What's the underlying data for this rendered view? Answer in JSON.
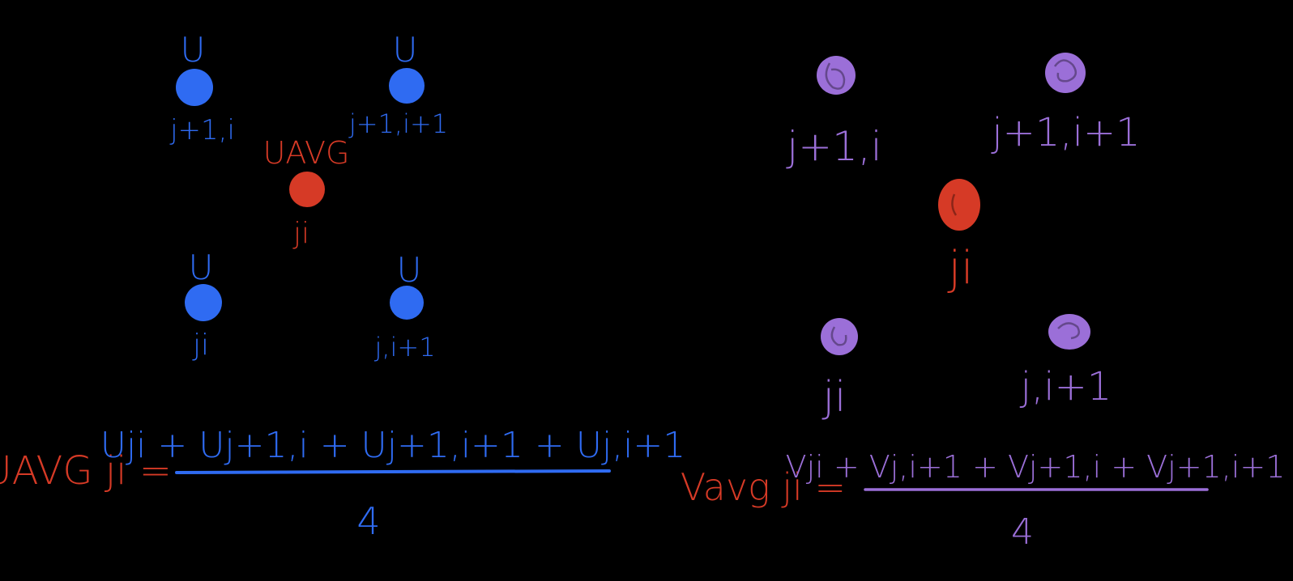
{
  "colors": {
    "background": "#000000",
    "blue": "#2f6bf2",
    "red": "#d63a26",
    "purple": "#9b6fd8"
  },
  "left_diagram": {
    "nodes": [
      {
        "id": "u-top-left",
        "top_label": "U",
        "bottom_label": "j+1,i",
        "color": "blue"
      },
      {
        "id": "u-top-right",
        "top_label": "U",
        "bottom_label": "j+1,i+1",
        "color": "blue"
      },
      {
        "id": "u-avg",
        "top_label": "UAVG",
        "bottom_label": "ji",
        "color": "red"
      },
      {
        "id": "u-bot-left",
        "top_label": "U",
        "bottom_label": "ji",
        "color": "blue"
      },
      {
        "id": "u-bot-right",
        "top_label": "U",
        "bottom_label": "j,i+1",
        "color": "blue"
      }
    ],
    "formula": {
      "lhs": "UAVG ji =",
      "numerator": "Uji + Uj+1,i + Uj+1,i+1 + Uj,i+1",
      "denominator": "4"
    }
  },
  "right_diagram": {
    "nodes": [
      {
        "id": "v-top-left",
        "label": "j+1,i",
        "color": "purple"
      },
      {
        "id": "v-top-right",
        "label": "j+1,i+1",
        "color": "purple"
      },
      {
        "id": "v-center",
        "label": "ji",
        "color": "red"
      },
      {
        "id": "v-bot-left",
        "label": "ji",
        "color": "purple"
      },
      {
        "id": "v-bot-right",
        "label": "j,i+1",
        "color": "purple"
      }
    ],
    "formula": {
      "lhs": "Vavg ji =",
      "numerator": "Vji + Vj,i+1 + Vj+1,i + Vj+1,i+1",
      "denominator": "4"
    }
  }
}
